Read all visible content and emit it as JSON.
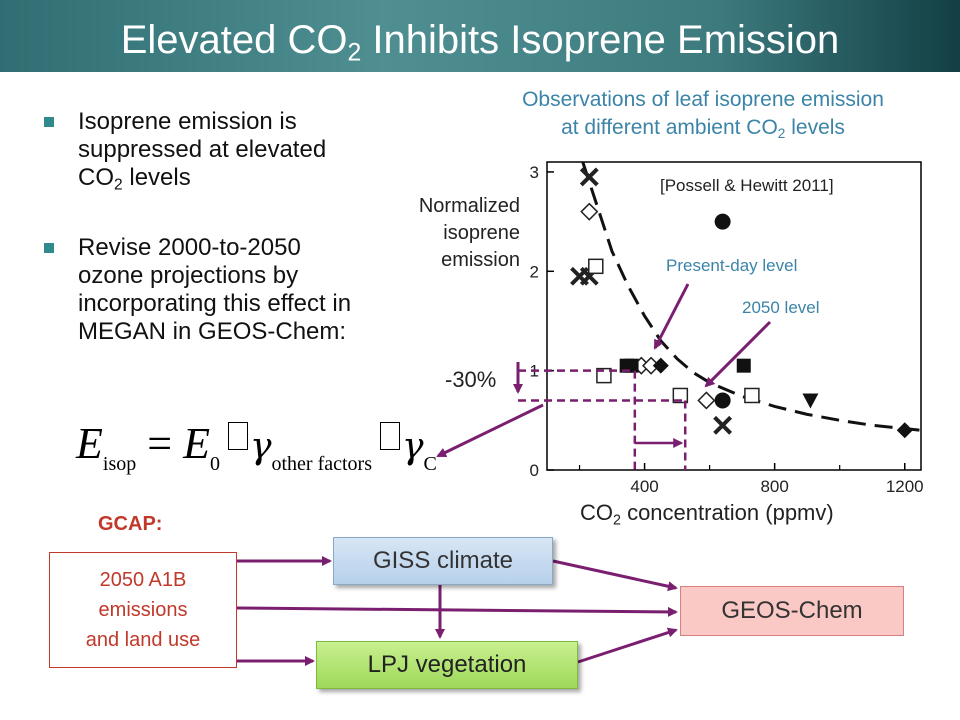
{
  "slide": {
    "title_main": "Elevated CO",
    "title_sub": "2",
    "title_rest": " Inhibits Isoprene Emission"
  },
  "bullets": [
    {
      "pre": "Isoprene emission is suppressed at elevated CO",
      "sub": "2",
      "post": " levels"
    },
    {
      "pre": "Revise 2000-to-2050 ozone projections by incorporating this effect in MEGAN in GEOS-Chem:",
      "sub": "",
      "post": ""
    }
  ],
  "equation": {
    "lhs": "E",
    "lhs_sub": "isop",
    "equals": " = ",
    "rhs": "E",
    "rhs_sub": "0",
    "gamma1": "γ",
    "gamma1_sub": "other factors",
    "gamma2": "γ",
    "gamma2_sub": "C"
  },
  "plot": {
    "caption_line1": "Observations of leaf isoprene emission",
    "caption_line2_pre": "at different ambient CO",
    "caption_line2_sub": "2",
    "caption_line2_post": " levels",
    "ylabel_lines": [
      "Normalized",
      "isoprene",
      "emission"
    ],
    "xlabel_pre": "CO",
    "xlabel_sub": "2",
    "xlabel_post": " concentration (ppmv)",
    "citation": "[Possell & Hewitt 2011]",
    "present_label": "Present-day level",
    "level2050_label": "2050 level",
    "reduction_label": "-30%"
  },
  "chart_data": {
    "type": "scatter",
    "xlim": [
      100,
      1250
    ],
    "ylim": [
      0,
      3.1
    ],
    "x_ticks": [
      400,
      800,
      1200
    ],
    "y_ticks": [
      0,
      1,
      2,
      3
    ],
    "fit_curve": {
      "style": "dashed",
      "points": [
        [
          210,
          3.1
        ],
        [
          250,
          2.7
        ],
        [
          300,
          2.2
        ],
        [
          350,
          1.85
        ],
        [
          400,
          1.55
        ],
        [
          450,
          1.3
        ],
        [
          500,
          1.12
        ],
        [
          550,
          0.98
        ],
        [
          600,
          0.88
        ],
        [
          700,
          0.74
        ],
        [
          800,
          0.64
        ],
        [
          900,
          0.56
        ],
        [
          1000,
          0.5
        ],
        [
          1100,
          0.45
        ],
        [
          1250,
          0.4
        ]
      ]
    },
    "markers": [
      {
        "shape": "x",
        "points": [
          [
            230,
            2.95
          ],
          [
            200,
            1.95
          ],
          [
            230,
            1.95
          ],
          [
            640,
            0.45
          ]
        ]
      },
      {
        "shape": "diamond_open",
        "points": [
          [
            230,
            2.6
          ],
          [
            390,
            1.05
          ],
          [
            420,
            1.05
          ],
          [
            590,
            0.7
          ]
        ]
      },
      {
        "shape": "square_open",
        "points": [
          [
            250,
            2.05
          ],
          [
            275,
            0.95
          ],
          [
            510,
            0.75
          ],
          [
            730,
            0.75
          ]
        ]
      },
      {
        "shape": "circle",
        "points": [
          [
            640,
            2.5
          ],
          [
            640,
            0.7
          ]
        ]
      },
      {
        "shape": "square",
        "points": [
          [
            345,
            1.05
          ],
          [
            360,
            1.05
          ],
          [
            705,
            1.05
          ]
        ]
      },
      {
        "shape": "diamond",
        "points": [
          [
            450,
            1.05
          ],
          [
            1200,
            0.4
          ]
        ]
      },
      {
        "shape": "triangle_down",
        "points": [
          [
            910,
            0.7
          ]
        ]
      }
    ],
    "present_day_level": {
      "x": 370,
      "y": 1.0
    },
    "level_2050": {
      "x": 525,
      "y": 0.7
    }
  },
  "flow": {
    "gcap_label": "GCAP:",
    "a1b_lines": [
      "2050 A1B",
      "emissions",
      "and land use"
    ],
    "giss": "GISS climate",
    "lpj": "LPJ vegetation",
    "geos": "GEOS-Chem"
  },
  "colors": {
    "accent_teal": "#2f8a8c",
    "caption_blue": "#3b84a8",
    "arrow_purple": "#7a1f6f",
    "gcap_red": "#c0392b"
  }
}
